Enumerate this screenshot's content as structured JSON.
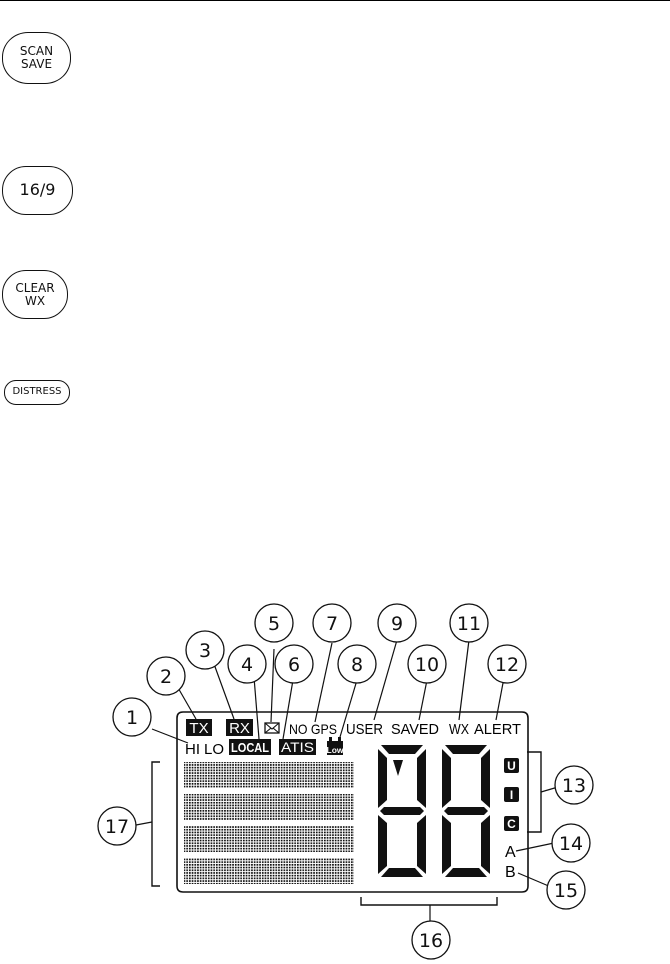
{
  "keys": {
    "scan_save": [
      "SCAN",
      "SAVE"
    ],
    "sixteen_nine": "16/9",
    "clear_wx": [
      "CLEAR",
      "WX"
    ],
    "distress": "DISTRESS"
  },
  "lcd": {
    "indicators": {
      "hi": "HI",
      "lo": "LO",
      "tx": "TX",
      "rx": "RX",
      "local": "LOCAL",
      "atis": "ATIS",
      "low": "Low",
      "no_gps": "NO GPS",
      "user": "USER",
      "saved": "SAVED",
      "wx": "WX",
      "alert": "ALERT",
      "u": "U",
      "i": "I",
      "c": "C",
      "a": "A",
      "b": "B"
    },
    "callouts": [
      "1",
      "2",
      "3",
      "4",
      "5",
      "6",
      "7",
      "8",
      "9",
      "10",
      "11",
      "12",
      "13",
      "14",
      "15",
      "16",
      "17"
    ]
  },
  "colors": {
    "ink": "#111111",
    "background": "#ffffff"
  }
}
